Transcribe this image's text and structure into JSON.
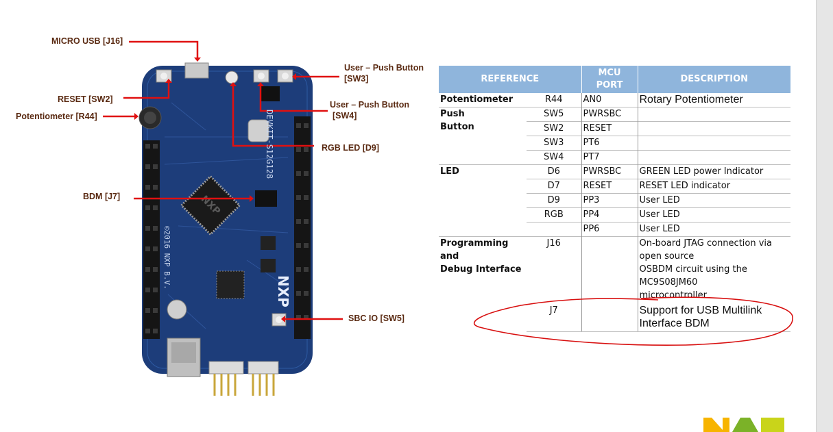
{
  "callouts": {
    "micro_usb": "MICRO USB [J16]",
    "reset": "RESET [SW2]",
    "potentiometer": "Potentiometer [R44]",
    "user_pb_sw3_line1": "User – Push Button",
    "user_pb_sw3_line2": "[SW3]",
    "user_pb_sw4_line1": "User – Push Button",
    "user_pb_sw4_line2": "[SW4]",
    "rgb_led": "RGB LED [D9]",
    "bdm": "BDM [J7]",
    "sbc_io": "SBC IO [SW5]"
  },
  "board": {
    "silkscreen": "DEVKIT-S12G128",
    "copyright": "©2016 NXP B.V.",
    "brand": "NXP"
  },
  "table": {
    "headers": {
      "reference": "REFERENCE",
      "mcu_port_line1": "MCU",
      "mcu_port_line2": "PORT",
      "description": "DESCRIPTION"
    },
    "rows": {
      "r1": {
        "group": "Potentiometer",
        "ref": "R44",
        "port": "AN0",
        "desc": "Rotary Potentiometer"
      },
      "r2": {
        "group_line1": "Push",
        "group_line2": "Button",
        "ref": "SW5",
        "port": "PWRSBC",
        "desc": ""
      },
      "r3": {
        "ref": "SW2",
        "port": "RESET",
        "desc": ""
      },
      "r4": {
        "ref": "SW3",
        "port": "PT6",
        "desc": ""
      },
      "r5": {
        "ref": "SW4",
        "port": "PT7",
        "desc": ""
      },
      "r6": {
        "group": "LED",
        "ref": "D6",
        "port": "PWRSBC",
        "desc": "GREEN LED power Indicator"
      },
      "r7": {
        "ref": "D7",
        "port": "RESET",
        "desc": "RESET LED indicator"
      },
      "r8": {
        "ref": "D9",
        "port": "PP3",
        "desc": "User LED"
      },
      "r9": {
        "ref": "RGB",
        "port": "PP4",
        "desc": "User LED"
      },
      "r10": {
        "ref": "",
        "port": "PP6",
        "desc": "User LED"
      },
      "r11": {
        "group_line1": "Programming and",
        "group_line2": "Debug Interface",
        "ref": "J16",
        "port": "",
        "desc_line1": "On-board JTAG connection via",
        "desc_line2": "open source",
        "desc_line3": "OSBDM circuit using the",
        "desc_line4": "MC9S08JM60",
        "desc_line5": "microcontroller"
      },
      "r12": {
        "ref": "J7",
        "port": "",
        "desc_line1": "Support for USB Multilink",
        "desc_line2": "Interface BDM"
      }
    }
  },
  "colors": {
    "header_bg": "#8fb5dc",
    "callout_text": "#5a2a12",
    "arrow": "#e01010",
    "board_pcb": "#1d3d7a",
    "annotation": "#d81010"
  },
  "icons": {
    "logo": "nxp-logo"
  }
}
